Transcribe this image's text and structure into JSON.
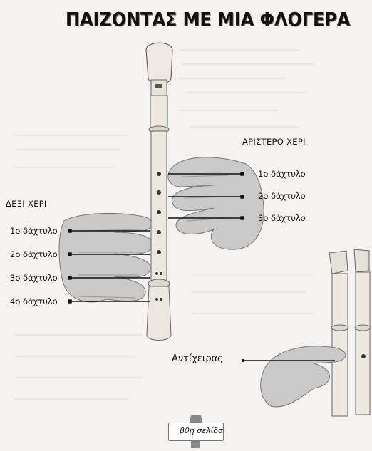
{
  "title": "ΠΑΙΖΟΝΤΑΣ ΜΕ ΜΙΑ ΦΛΟΓΕΡΑ",
  "left_hand": {
    "heading": "ΑΡΙΣΤΕΡΟ ΧΕΡΙ",
    "fingers": [
      "1ο δάχτυλο",
      "2ο δάχτυλο",
      "3ο δάχτυλο"
    ]
  },
  "right_hand": {
    "heading": "ΔΕΞΙ ΧΕΡΙ",
    "fingers": [
      "1ο δάχτυλο",
      "2ο δάχτυλο",
      "3ο δάχτυλο",
      "4ο δάχτυλο"
    ]
  },
  "thumb_label": "Αντίχειρας",
  "footer": "βθη σελίδα"
}
